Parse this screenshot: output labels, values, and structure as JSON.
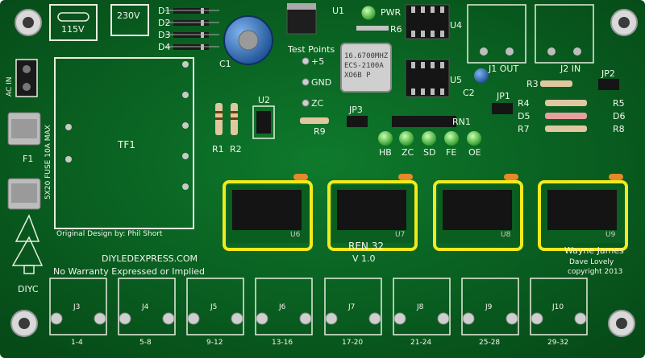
{
  "board": {
    "mains_labels": [
      "115V",
      "230V",
      "AC IN"
    ],
    "fuse_label": "5X20 FUSE 10A MAX",
    "fuse_ref": "F1",
    "transformer_ref": "TF1",
    "diodes": [
      "D1",
      "D2",
      "D3",
      "D4"
    ],
    "cap_ref": "C1",
    "reg_ref": "U1",
    "led_labels": [
      "PWR",
      "R6"
    ],
    "socket_refs": [
      "U4",
      "U5"
    ],
    "test_points_title": "Test Points",
    "test_points": [
      "+5",
      "GND",
      "ZC"
    ],
    "opto_ref": "U2",
    "resistor_refs": [
      "R1",
      "R2",
      "R9"
    ],
    "jumper_refs": [
      "JP3",
      "JP1",
      "JP2"
    ],
    "rn_ref": "RN1",
    "status_leds": [
      "HB",
      "ZC",
      "SD",
      "FE",
      "OE"
    ],
    "crystal_text": [
      "16.6700MHZ",
      "ECS-2100A",
      "XO6B P"
    ],
    "connector_labels": [
      "J1 OUT",
      "J2 IN"
    ],
    "c2_ref": "C2",
    "r_right": [
      "R3",
      "R4",
      "D5",
      "R7"
    ],
    "r_right2": [
      "R5",
      "D6",
      "R8"
    ],
    "driver_refs": [
      "U6",
      "U7",
      "U8",
      "U9"
    ],
    "design_credit": "Original Design by: Phil Short",
    "site": "DIYLEDEXPRESS.COM",
    "warranty": "No Warranty Expressed or Implied",
    "product": "REN 32",
    "version": "V 1.0",
    "authors": [
      "Wayne James",
      "Dave Lovely",
      "copyright 2013"
    ],
    "logo_text": "DIYC",
    "rj45_refs": [
      "J3",
      "J4",
      "J5",
      "J6",
      "J7",
      "J8",
      "J9",
      "J10"
    ],
    "rj45_ranges": [
      "1-4",
      "5-8",
      "9-12",
      "13-16",
      "17-20",
      "21-24",
      "25-28",
      "29-32"
    ],
    "highlight_color": "#f2ea1c",
    "pcb_color": "#0a6b24"
  }
}
